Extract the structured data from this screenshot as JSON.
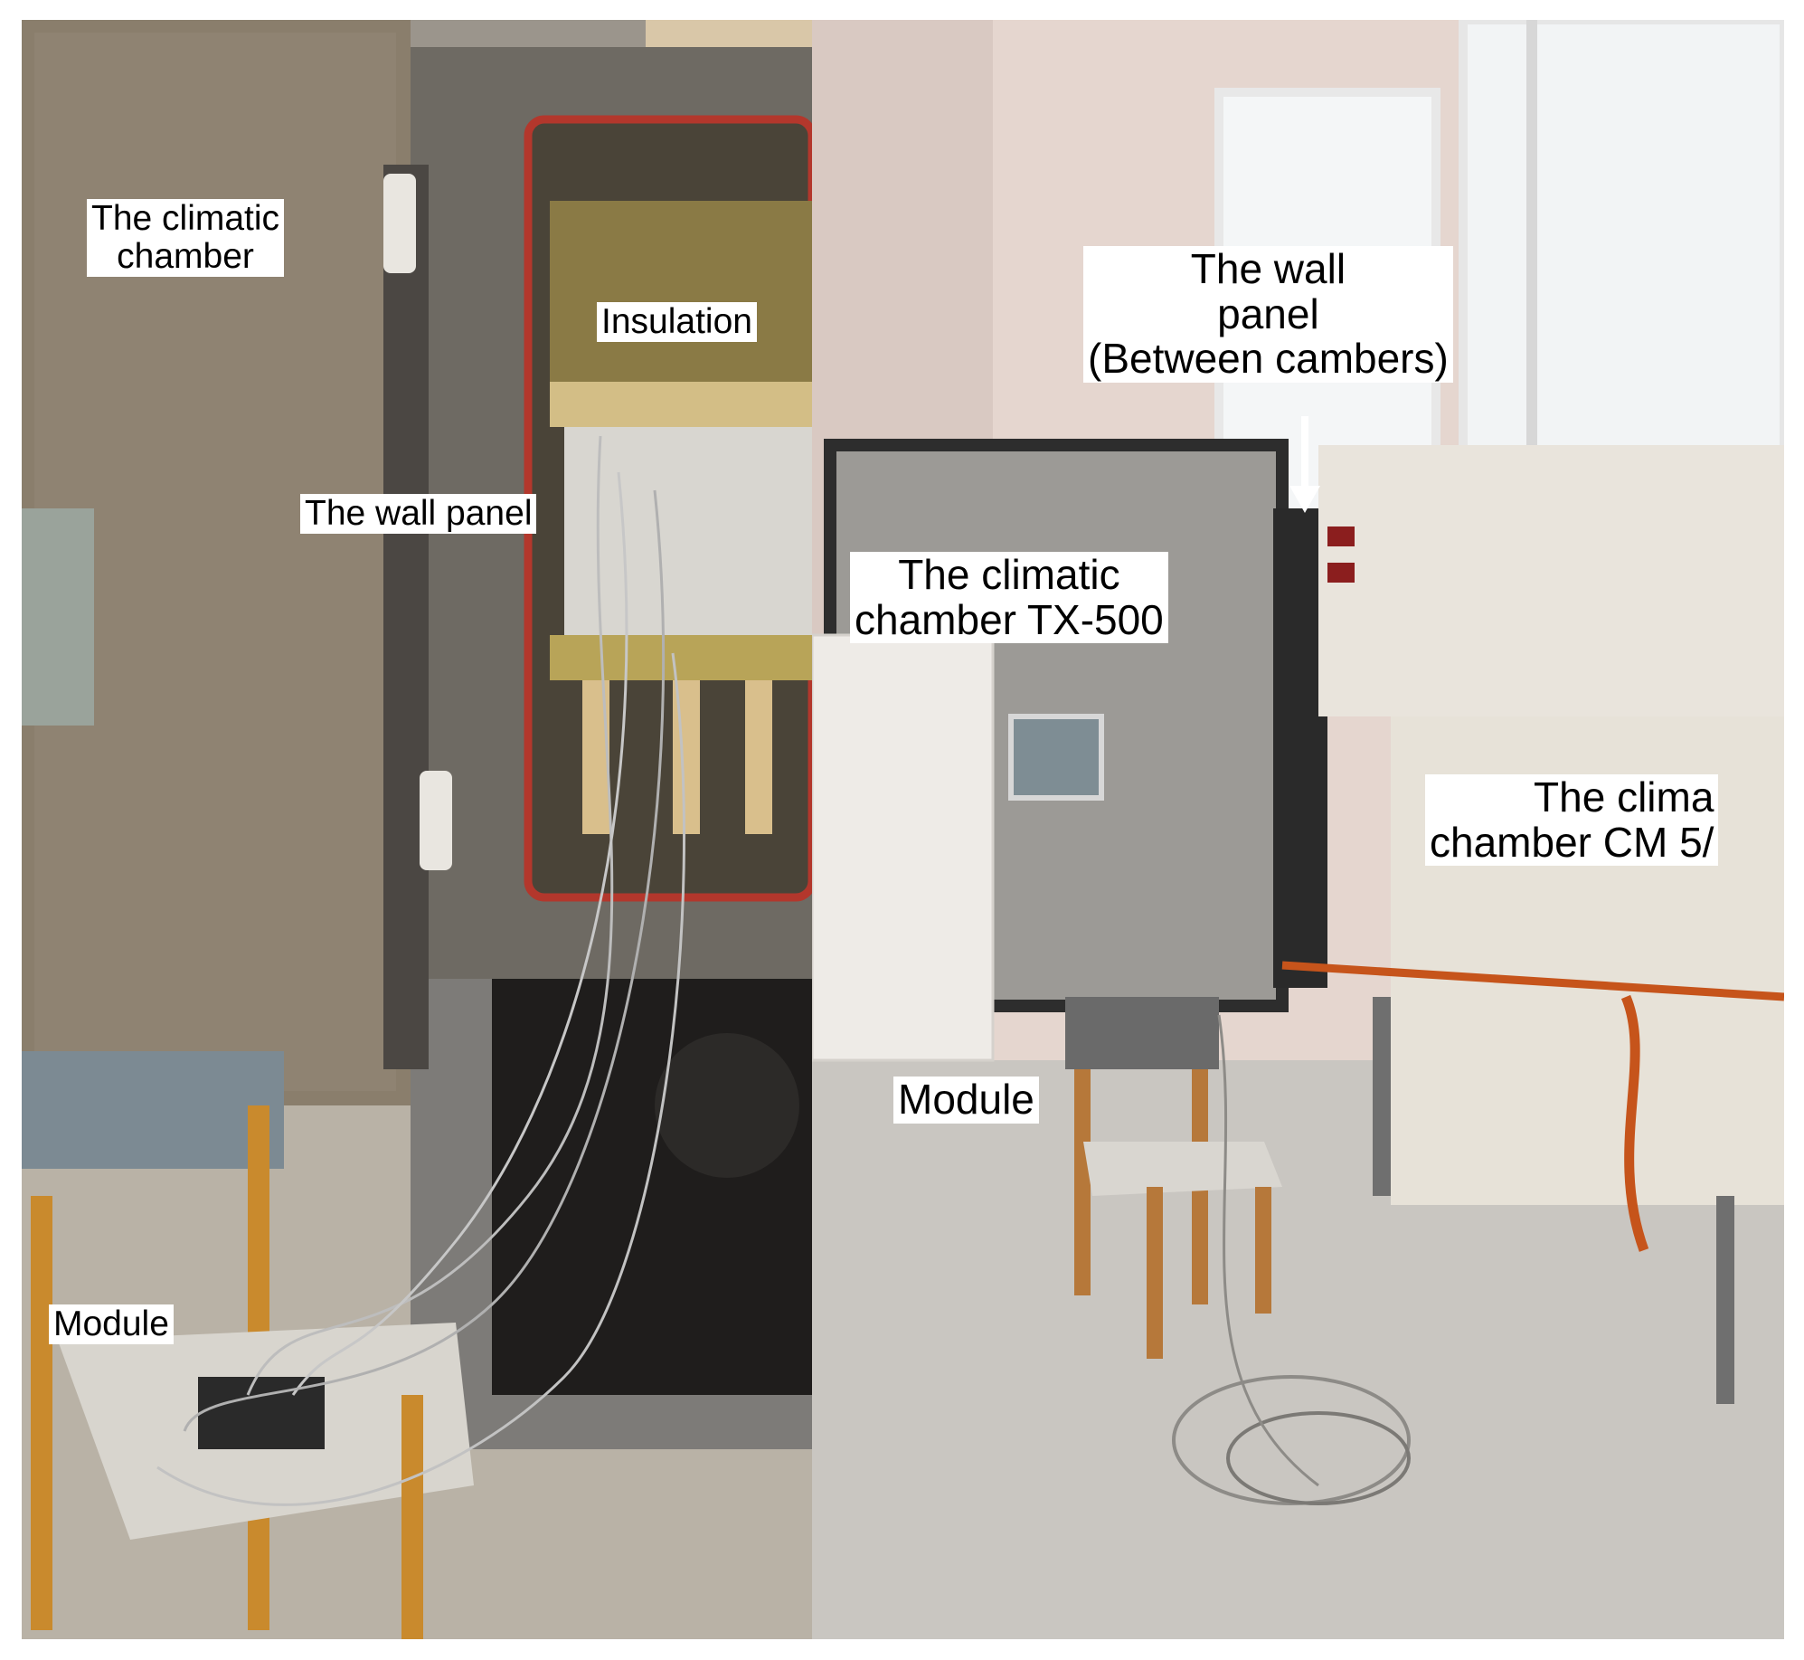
{
  "figure": {
    "left_photo": {
      "labels": {
        "chamber_line1": "The climatic",
        "chamber_line2": "chamber",
        "insulation": "Insulation",
        "wall_panel": "The wall panel",
        "module": "Module"
      }
    },
    "right_photo": {
      "labels": {
        "wall_line1": "The wall",
        "wall_line2": "panel",
        "wall_line3": "(Between cambers)",
        "tx_line1": "The climatic",
        "tx_line2": "chamber TX-500",
        "cm_line1": "The clima",
        "cm_line2": "chamber CM 5/",
        "module": "Module"
      }
    }
  }
}
